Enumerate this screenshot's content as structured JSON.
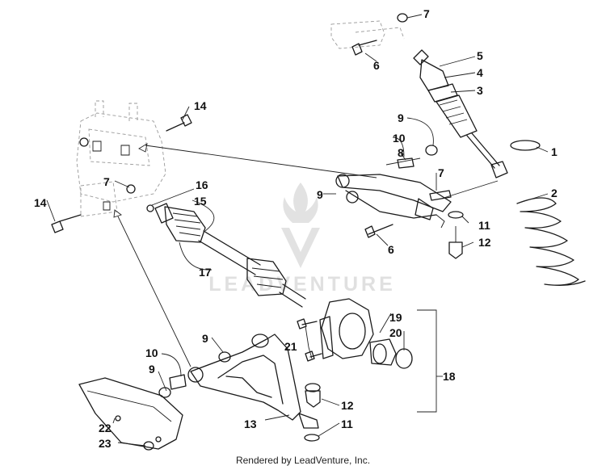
{
  "diagram": {
    "callouts": [
      "1",
      "2",
      "3",
      "4",
      "5",
      "6",
      "6",
      "7",
      "7",
      "7",
      "8",
      "9",
      "9",
      "9",
      "9",
      "10",
      "10",
      "11",
      "11",
      "12",
      "12",
      "13",
      "14",
      "14",
      "15",
      "16",
      "17",
      "18",
      "19",
      "20",
      "21",
      "22",
      "23"
    ]
  },
  "watermark": {
    "text": "LEADVENTURE"
  },
  "footer": {
    "text": "Rendered by LeadVenture, Inc."
  },
  "colors": {
    "ink": "#1a1a1a",
    "watermark": "#e0e0e0",
    "background": "#ffffff"
  }
}
